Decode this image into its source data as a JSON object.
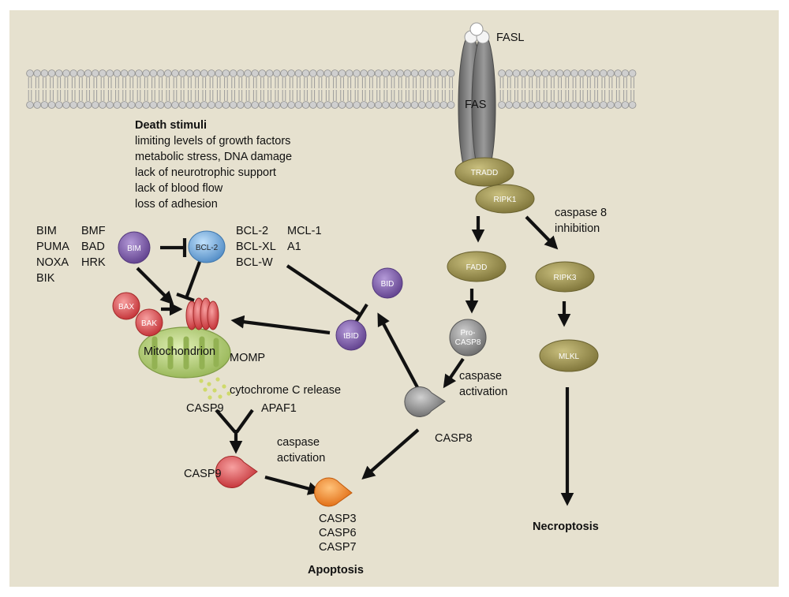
{
  "receptor": {
    "ligand_label": "FASL",
    "receptor_label": "FAS"
  },
  "death_stimuli": {
    "title": "Death stimuli",
    "items": [
      "limiting levels of growth factors",
      "metabolic stress, DNA damage",
      "lack of neurotrophic support",
      "lack of blood flow",
      "loss of adhesion"
    ]
  },
  "bh3_only": {
    "col1": [
      "BIM",
      "PUMA",
      "NOXA",
      "BIK"
    ],
    "col2": [
      "BMF",
      "BAD",
      "HRK"
    ]
  },
  "anti_apoptotic": {
    "col1": [
      "BCL-2",
      "BCL-XL",
      "BCL-W"
    ],
    "col2": [
      "MCL-1",
      "A1"
    ]
  },
  "nodes": {
    "bim": "BIM",
    "bcl2": "BCL-2",
    "bax": "BAX",
    "bak": "BAK",
    "bid": "BID",
    "tbid": "tBID",
    "tradd": "TRADD",
    "ripk1": "RIPK1",
    "fadd": "FADD",
    "ripk3": "RIPK3",
    "mlkl": "MLKL",
    "procasp8_line1": "Pro-",
    "procasp8_line2": "CASP8"
  },
  "mitochondrion": {
    "label": "Mitochondrion",
    "momp": "MOMP",
    "cytc_release": "cytochrome C release"
  },
  "apoptosome": {
    "casp9_in": "CASP9",
    "apaf1": "APAF1",
    "casp9_out": "CASP9",
    "activation_line1": "caspase",
    "activation_line2": "activation"
  },
  "extrinsic": {
    "casp8": "CASP8",
    "activation_line1": "caspase",
    "activation_line2": "activation",
    "inhibition_line1": "caspase 8",
    "inhibition_line2": "inhibition"
  },
  "executioners": [
    "CASP3",
    "CASP6",
    "CASP7"
  ],
  "outcomes": {
    "apoptosis": "Apoptosis",
    "necroptosis": "Necroptosis"
  },
  "colors": {
    "background": "#e6e1cf",
    "membrane_head": "#cfcfcf",
    "olive": "#8f8547",
    "purple": "#7a5aa6",
    "blue": "#6aa6dc",
    "red": "#d84a4a",
    "orange": "#f07a1a",
    "grey": "#7d7d7d",
    "mito": "#a9c66a"
  }
}
